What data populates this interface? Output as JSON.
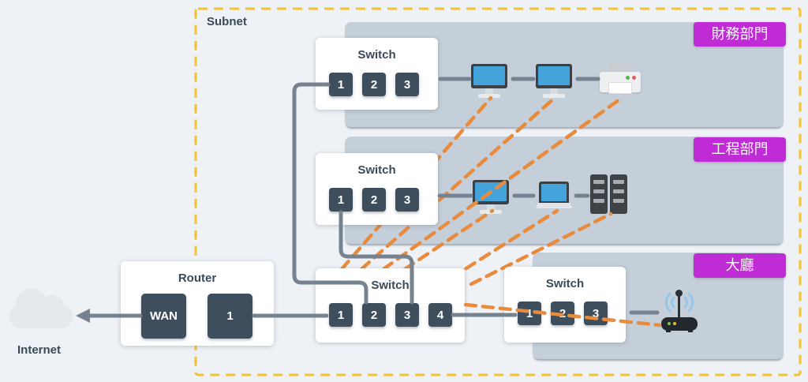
{
  "diagram": {
    "subnet_label": "Subnet",
    "internet_label": "Internet",
    "zones": [
      {
        "label": "財務部門",
        "devices": [
          "desktop",
          "desktop",
          "printer"
        ]
      },
      {
        "label": "工程部門",
        "devices": [
          "desktop",
          "laptop",
          "server"
        ]
      },
      {
        "label": "大廳",
        "devices": [
          "wireless-router"
        ]
      }
    ],
    "router": {
      "title": "Router",
      "ports": [
        "WAN",
        "1"
      ]
    },
    "switches": [
      {
        "title": "Switch",
        "ports": [
          "1",
          "2",
          "3"
        ]
      },
      {
        "title": "Switch",
        "ports": [
          "1",
          "2",
          "3"
        ]
      },
      {
        "title": "Switch",
        "ports": [
          "1",
          "2",
          "3",
          "4"
        ]
      },
      {
        "title": "Switch",
        "ports": [
          "1",
          "2",
          "3"
        ]
      }
    ],
    "icons": [
      "cloud-icon",
      "desktop-icon",
      "laptop-icon",
      "server-icon",
      "printer-icon",
      "wireless-router-icon"
    ],
    "colors": {
      "background": "#EEF1F5",
      "zone_fill": "#C5CFD9",
      "subnet_border": "#F3C331",
      "zone_label_bg": "#BF2BD4",
      "port_fill": "#3E4E5D",
      "line_gray": "#76828F",
      "line_orange": "#E98B3D",
      "text_dark": "#3B4A57",
      "screen_blue": "#45A3DC"
    }
  }
}
